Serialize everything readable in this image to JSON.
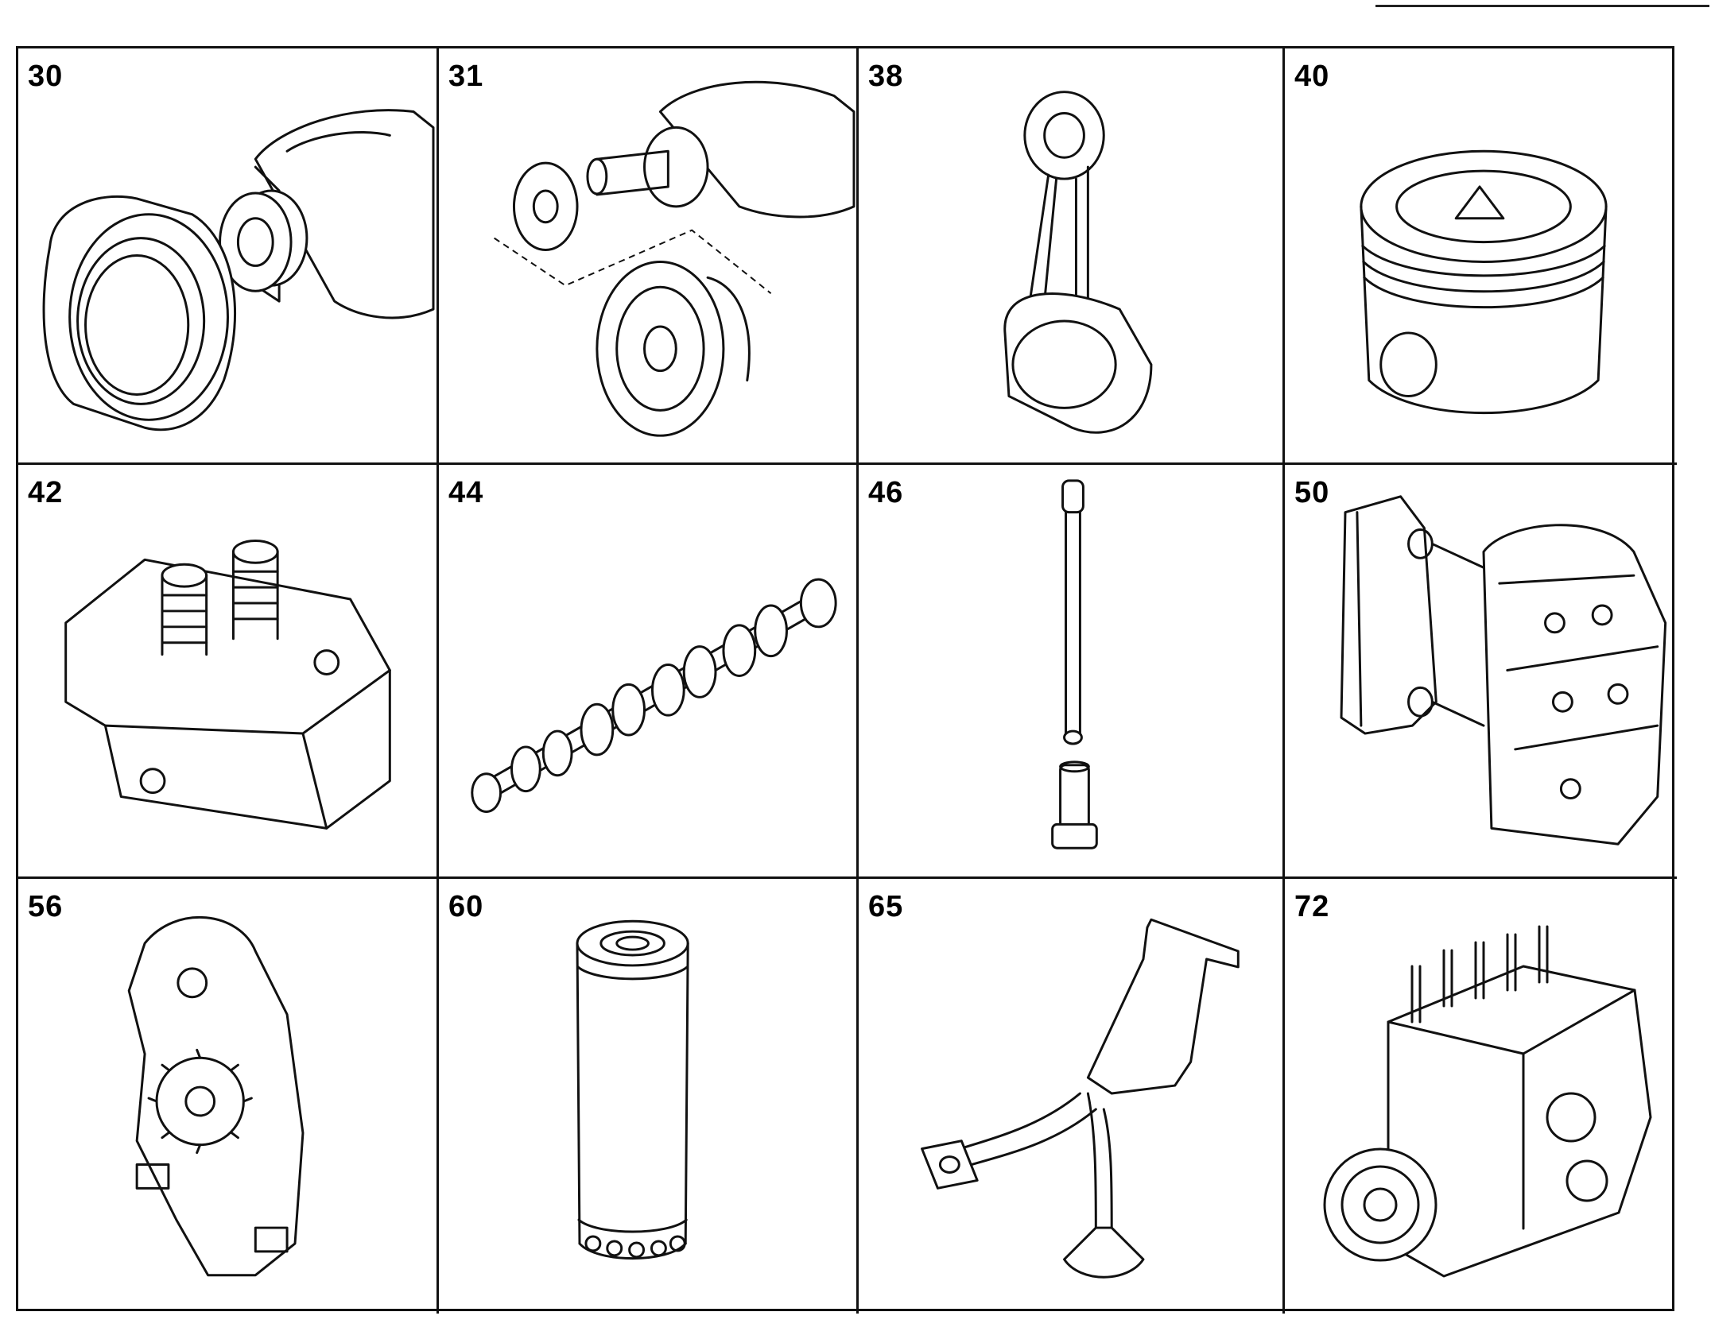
{
  "parts": [
    {
      "number": "30",
      "icon": "crankshaft-seal-icon"
    },
    {
      "number": "31",
      "icon": "crankshaft-gear-icon"
    },
    {
      "number": "38",
      "icon": "connecting-rod-icon"
    },
    {
      "number": "40",
      "icon": "piston-icon"
    },
    {
      "number": "42",
      "icon": "cylinder-head-icon"
    },
    {
      "number": "44",
      "icon": "camshaft-icon"
    },
    {
      "number": "46",
      "icon": "pushrod-tappet-icon"
    },
    {
      "number": "50",
      "icon": "oil-cooler-icon"
    },
    {
      "number": "56",
      "icon": "oil-pump-icon"
    },
    {
      "number": "60",
      "icon": "oil-filter-icon"
    },
    {
      "number": "65",
      "icon": "oil-suction-pipe-icon"
    },
    {
      "number": "72",
      "icon": "injection-pump-icon"
    }
  ]
}
